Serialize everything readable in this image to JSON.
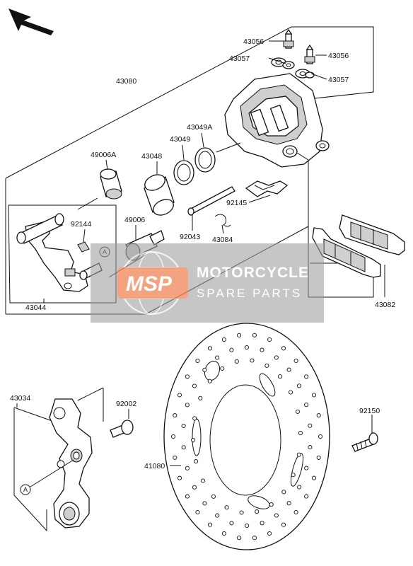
{
  "labels": {
    "p43056a": "43056",
    "p43057a": "43057",
    "p43056b": "43056",
    "p43057b": "43057",
    "p43080": "43080",
    "p43049A": "43049A",
    "p43049": "43049",
    "p43048": "43048",
    "p49006A": "49006A",
    "p92144": "92144",
    "p49006": "49006",
    "p92145": "92145",
    "p92043": "92043",
    "p43084": "43084",
    "p43044": "43044",
    "p43082": "43082",
    "p43034": "43034",
    "p92002": "92002",
    "p92150": "92150",
    "p41080": "41080",
    "refA1": "A",
    "refA2": "A"
  },
  "watermark": {
    "logo": "MSP",
    "line1": "MOTORCYCLE",
    "line2": "SPARE PARTS",
    "colors": {
      "logo_bg": "#f08a5d",
      "panel": "#9e9e9e"
    }
  },
  "icons": {
    "orientation": "arrow-up-left-icon"
  }
}
